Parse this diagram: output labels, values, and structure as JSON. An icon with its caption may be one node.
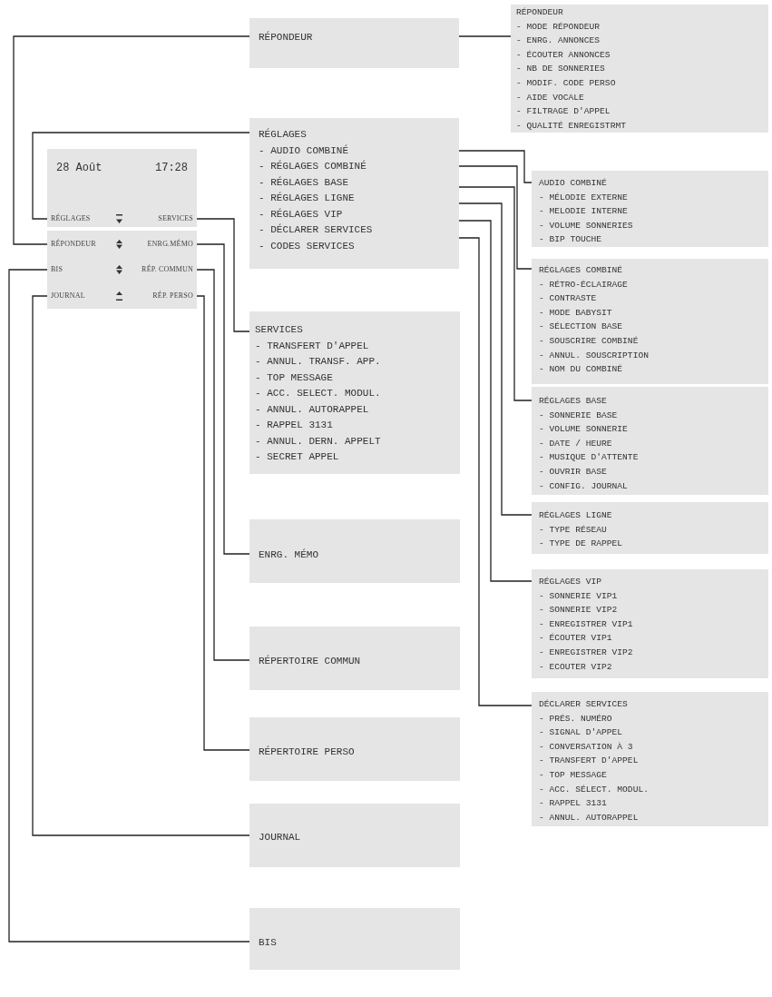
{
  "diagram": {
    "nodes": [
      {
        "text": [
          "28 Août",
          "17:28"
        ]
      },
      {
        "text": [
          "RÉGLAGES"
        ],
        "in": 0
      },
      {
        "text": [
          "SERVICES"
        ],
        "in": 0
      },
      {
        "text": [
          "RÉPONDEUR"
        ],
        "in": 0
      },
      {
        "text": [
          "ENRG.MÉMO"
        ],
        "in": 0
      },
      {
        "text": [
          "BIS"
        ],
        "in": 0
      },
      {
        "text": [
          "RÉP. COMMUN"
        ],
        "in": 0
      },
      {
        "text": [
          "JOURNAL"
        ],
        "in": 0
      },
      {
        "text": [
          "RÉP. PERSO"
        ],
        "in": 0
      },
      {
        "text": [
          "RÉPONDEUR"
        ]
      },
      {
        "text": [
          "RÉGLAGES",
          "- AUDIO COMBINÉ",
          "- RÉGLAGES COMBINÉ",
          "- RÉGLAGES BASE",
          "- RÉGLAGES LIGNE",
          "- RÉGLAGES VIP",
          "- DÉCLARER SERVICES",
          "- CODES SERVICES"
        ]
      },
      {
        "text": [
          "SERVICES",
          "- TRANSFERT D'APPEL",
          "- ANNUL. TRANSF. APP.",
          "- TOP MESSAGE",
          "- ACC. SELECT. MODUL.",
          "- ANNUL. AUTORAPPEL",
          "- RAPPEL 3131",
          "- ANNUL. DERN. APPELT",
          "- SECRET APPEL"
        ]
      },
      {
        "text": [
          "ENRG. MÉMO"
        ]
      },
      {
        "text": [
          "RÉPERTOIRE COMMUN"
        ]
      },
      {
        "text": [
          "RÉPERTOIRE PERSO"
        ]
      },
      {
        "text": [
          "JOURNAL"
        ]
      },
      {
        "text": [
          "BIS"
        ]
      },
      {
        "text": [
          "RÉPONDEUR",
          "- MODE RÉPONDEUR",
          "- ENRG. ANNONCES",
          "- ÉCOUTER ANNONCES",
          "- NB DE SONNERIES",
          "- MODIF. CODE PERSO",
          "- AIDE VOCALE",
          "- FILTRAGE D'APPEL",
          "- QUALITÉ ENREGISTRMT"
        ]
      },
      {
        "text": [
          "AUDIO COMBINÉ",
          "- MÉLODIE EXTERNE",
          "- MELODIE INTERNE",
          "- VOLUME SONNERIES",
          "- BIP TOUCHE"
        ]
      },
      {
        "text": [
          "RÉGLAGES COMBINÉ",
          "- RÉTRO-ÉCLAIRAGE",
          "- CONTRASTE",
          "- MODE BABYSIT",
          "- SÉLECTION BASE",
          "- SOUSCRIRE COMBINÉ",
          "- ANNUL. SOUSCRIPTION",
          "- NOM DU COMBINÉ"
        ]
      },
      {
        "text": [
          "RÉGLAGES BASE",
          "- SONNERIE BASE",
          "- VOLUME SONNERIE",
          "- DATE / HEURE",
          "- MUSIQUE D'ATTENTE",
          "- OUVRIR BASE",
          "- CONFIG. JOURNAL"
        ]
      },
      {
        "text": [
          "RÉGLAGES LIGNE",
          "- TYPE RÉSEAU",
          "- TYPE DE RAPPEL"
        ]
      },
      {
        "text": [
          "RÉGLAGES VIP",
          "- SONNERIE VIP1",
          "- SONNERIE VIP2",
          "- ENREGISTRER VIP1",
          "- ÉCOUTER VIP1",
          "- ENREGISTRER VIP2",
          "- ECOUTER VIP2"
        ]
      },
      {
        "text": [
          "DÉCLARER SERVICES",
          "- PRÉS. NUMÉRO",
          "- SIGNAL D'APPEL",
          "- CONVERSATION À 3",
          "- TRANSFERT D'APPEL",
          "- TOP MESSAGE",
          "- ACC. SÉLECT. MODUL.",
          "- RAPPEL 3131",
          "- ANNUL. AUTORAPPEL"
        ]
      }
    ],
    "edges": [
      {
        "from": 1,
        "to": 10,
        "arrow": "none"
      },
      {
        "from": 2,
        "to": 11,
        "arrow": "none"
      },
      {
        "from": 3,
        "to": 9,
        "arrow": "none"
      },
      {
        "from": 4,
        "to": 12,
        "arrow": "none"
      },
      {
        "from": 5,
        "to": 16,
        "arrow": "none"
      },
      {
        "from": 6,
        "to": 13,
        "arrow": "none"
      },
      {
        "from": 7,
        "to": 15,
        "arrow": "none"
      },
      {
        "from": 8,
        "to": 14,
        "arrow": "none"
      },
      {
        "from": 9,
        "to": 17,
        "arrow": "none"
      },
      {
        "from": 10,
        "to": 18,
        "arrow": "none"
      },
      {
        "from": 10,
        "to": 19,
        "arrow": "none"
      },
      {
        "from": 10,
        "to": 20,
        "arrow": "none"
      },
      {
        "from": 10,
        "to": 21,
        "arrow": "none"
      },
      {
        "from": 10,
        "to": 22,
        "arrow": "none"
      },
      {
        "from": 10,
        "to": 23,
        "arrow": "none"
      }
    ]
  }
}
